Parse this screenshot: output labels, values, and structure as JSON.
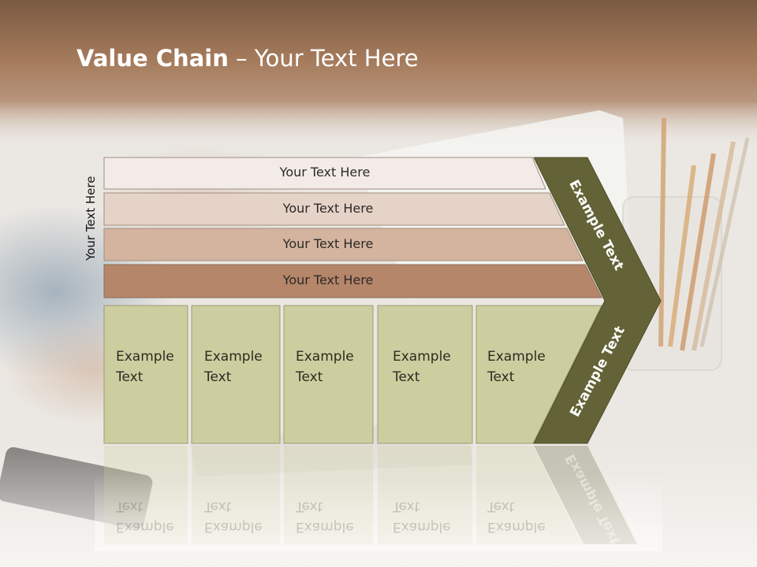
{
  "title": {
    "bold": "Value Chain",
    "rest": " – Your Text Here"
  },
  "side_label": "Your Text Here",
  "rows": [
    "Your Text Here",
    "Your Text Here",
    "Your Text Here",
    "Your Text Here"
  ],
  "boxes": [
    [
      "Example",
      "Text"
    ],
    [
      "Example",
      "Text"
    ],
    [
      "Example",
      "Text"
    ],
    [
      "Example",
      "Text"
    ],
    [
      "Example",
      "Text"
    ]
  ],
  "arrow_upper": "Example Text",
  "arrow_lower": "Example Text",
  "colors": {
    "header": "#8b6548",
    "row1": "#f2ebe7",
    "row2": "#e6d3c8",
    "row3": "#d4b49f",
    "row4": "#b5866a",
    "box": "#cdcea0",
    "arrow": "#636337"
  }
}
